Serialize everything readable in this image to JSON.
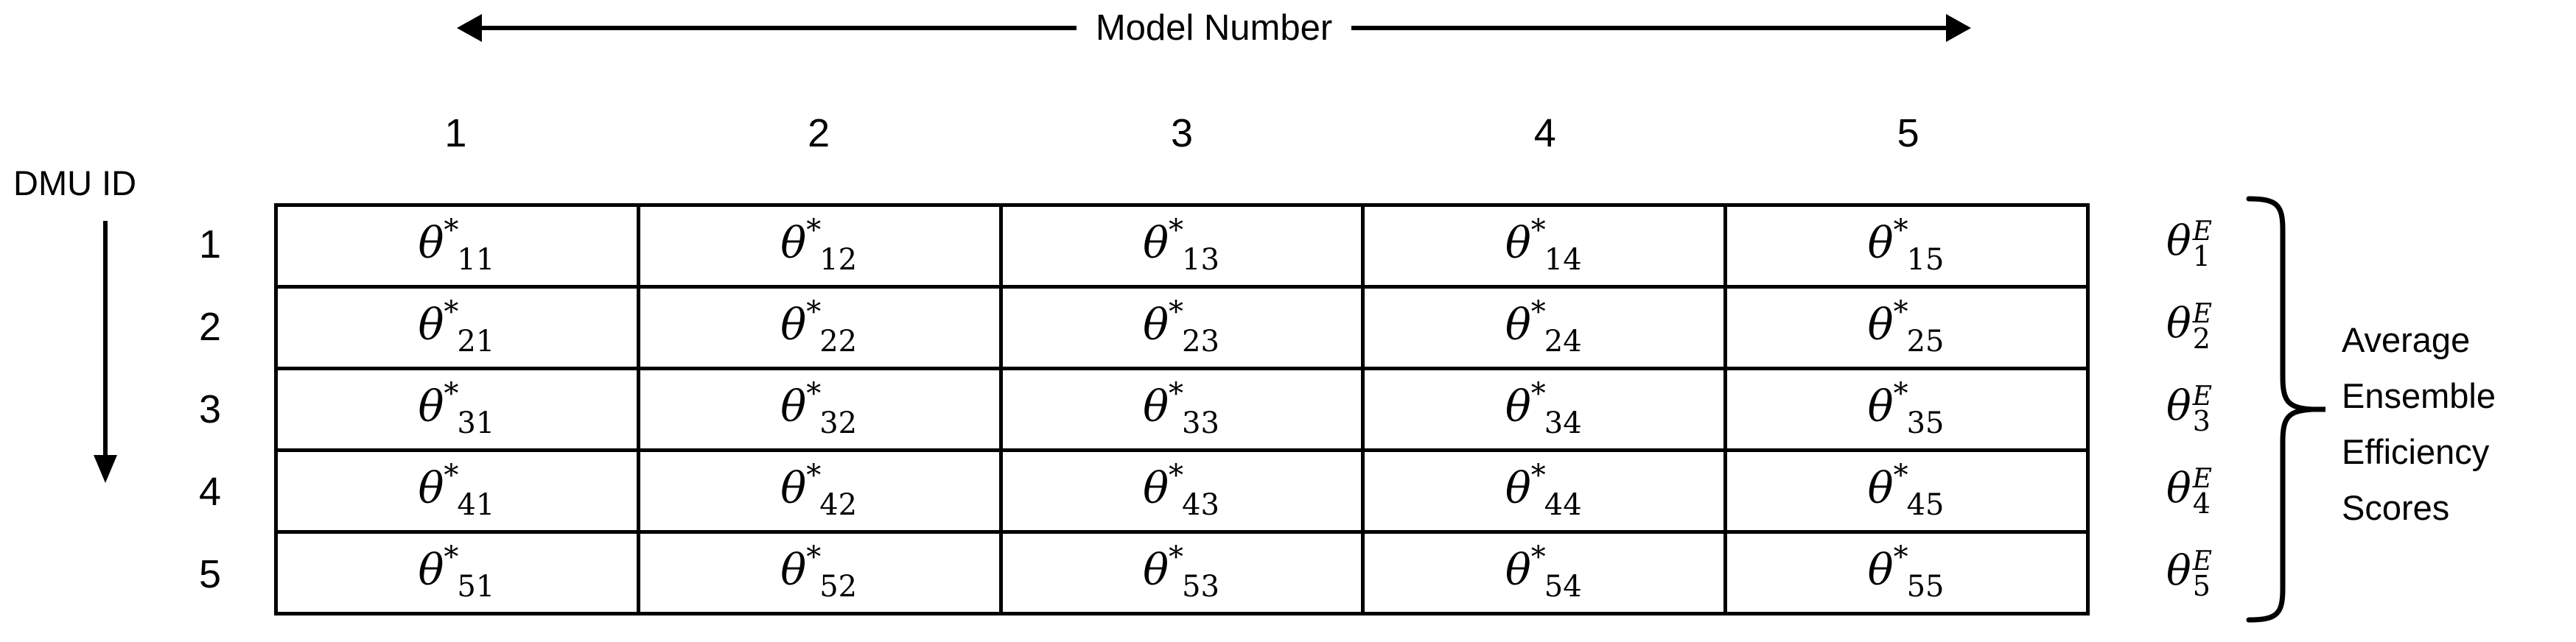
{
  "diagram": {
    "title_axis": {
      "label": "Model Number",
      "left_arrow": "arrow-left",
      "right_arrow": "arrow-right"
    },
    "row_axis": {
      "label": "DMU ID",
      "arrow": "arrow-down"
    },
    "column_headers": [
      "1",
      "2",
      "3",
      "4",
      "5"
    ],
    "row_headers": [
      "1",
      "2",
      "3",
      "4",
      "5"
    ],
    "matrix": {
      "symbol": "θ",
      "superscript": "*",
      "rows": [
        {
          "cells": [
            {
              "sub": "11"
            },
            {
              "sub": "12"
            },
            {
              "sub": "13"
            },
            {
              "sub": "14"
            },
            {
              "sub": "15"
            }
          ]
        },
        {
          "cells": [
            {
              "sub": "21"
            },
            {
              "sub": "22"
            },
            {
              "sub": "23"
            },
            {
              "sub": "24"
            },
            {
              "sub": "25"
            }
          ]
        },
        {
          "cells": [
            {
              "sub": "31"
            },
            {
              "sub": "32"
            },
            {
              "sub": "33"
            },
            {
              "sub": "34"
            },
            {
              "sub": "35"
            }
          ]
        },
        {
          "cells": [
            {
              "sub": "41"
            },
            {
              "sub": "42"
            },
            {
              "sub": "43"
            },
            {
              "sub": "44"
            },
            {
              "sub": "45"
            }
          ]
        },
        {
          "cells": [
            {
              "sub": "51"
            },
            {
              "sub": "52"
            },
            {
              "sub": "53"
            },
            {
              "sub": "54"
            },
            {
              "sub": "55"
            }
          ]
        }
      ]
    },
    "ensemble": {
      "symbol": "θ",
      "superscript": "E",
      "subscripts": [
        "1",
        "2",
        "3",
        "4",
        "5"
      ],
      "brace": "curly-brace-right",
      "caption_lines": [
        "Average",
        "Ensemble",
        "Efficiency",
        "Scores"
      ]
    },
    "colors": {
      "ink": "#000000",
      "background": "#ffffff"
    }
  }
}
